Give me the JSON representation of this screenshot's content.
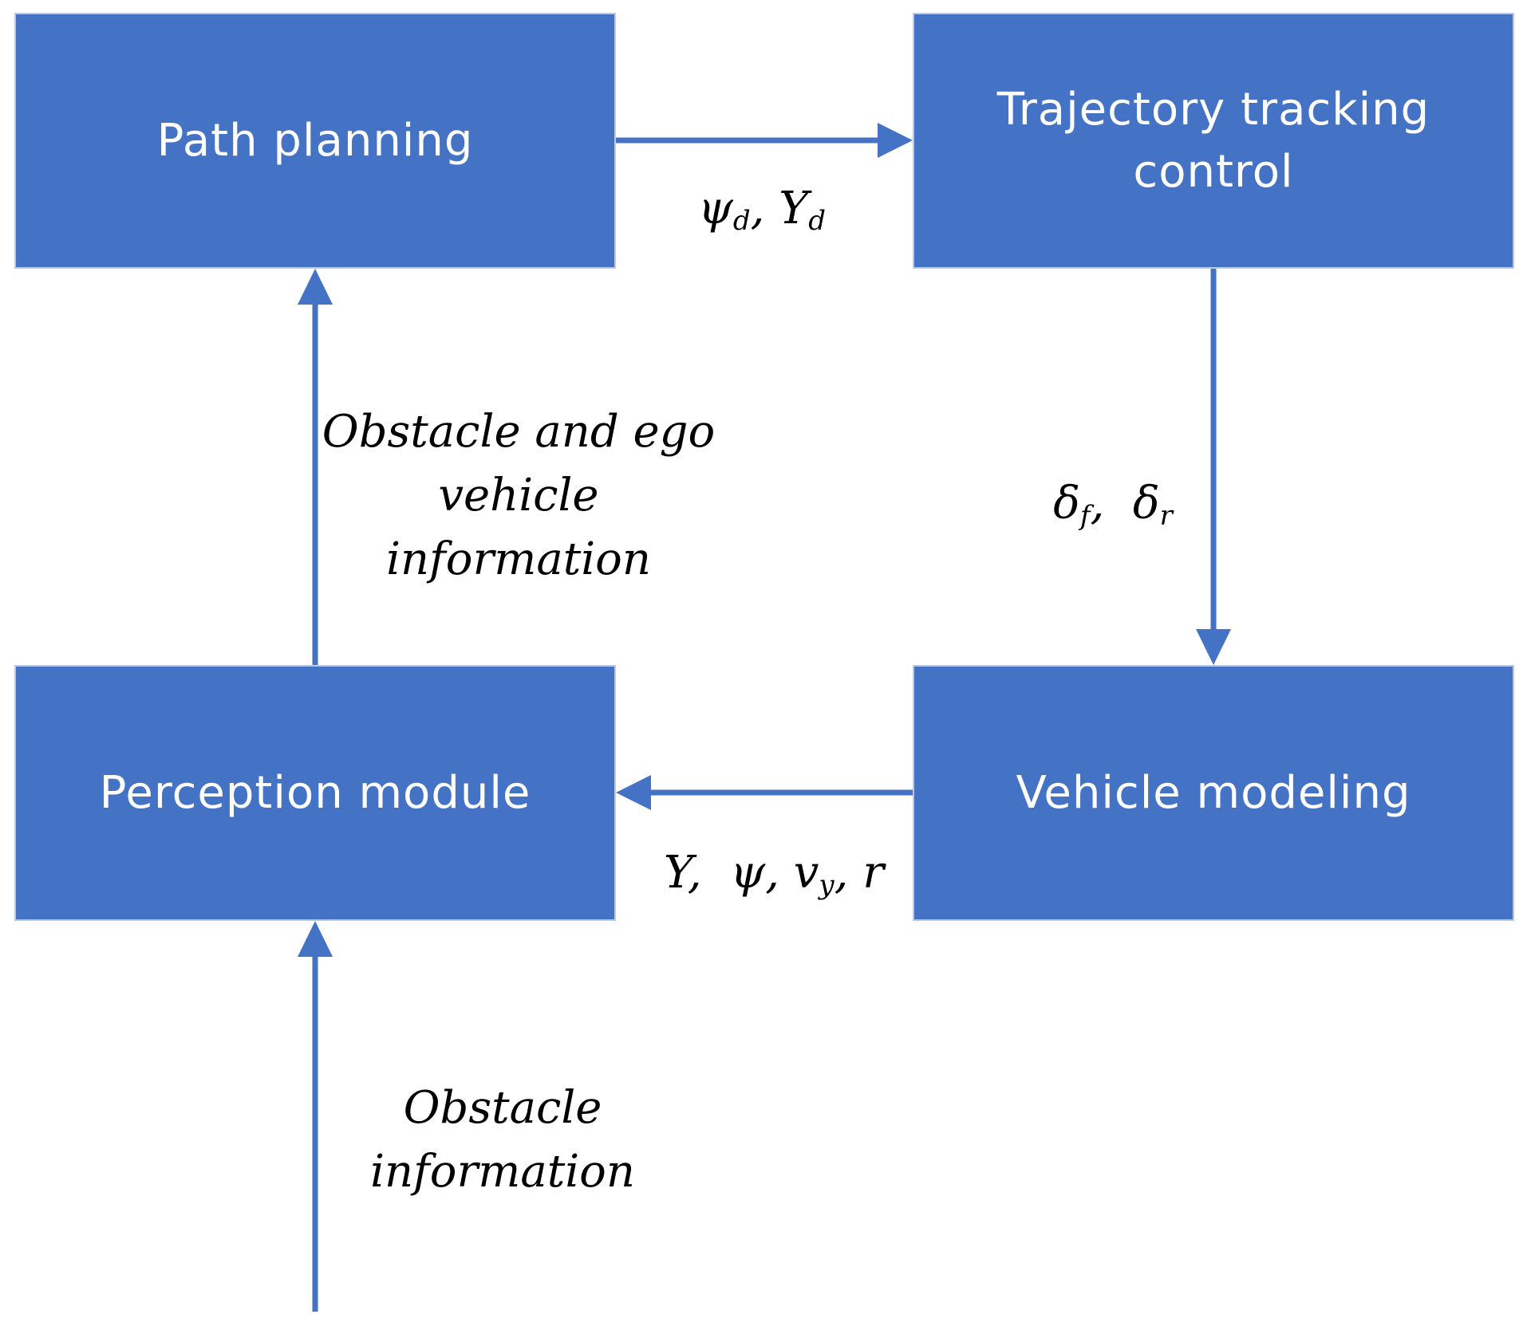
{
  "blocks": {
    "path_planning": "Path planning",
    "trajectory_tracking": "Trajectory tracking\ncontrol",
    "perception": "Perception module",
    "vehicle_modeling": "Vehicle modeling"
  },
  "signals": {
    "planning_to_tracking": {
      "psi": "ψ",
      "psi_sub": "d",
      "sep": ", ",
      "y": "Y",
      "y_sub": "d"
    },
    "tracking_to_vehicle": {
      "delta1": "δ",
      "delta1_sub": "f",
      "sep": ",  ",
      "delta2": "δ",
      "delta2_sub": "r"
    },
    "vehicle_to_perception": {
      "y": "Y",
      "sep1": ",  ",
      "psi": "ψ",
      "sep2": ", ",
      "v": "v",
      "v_sub": "y",
      "sep3": ", ",
      "r": "r"
    },
    "perception_to_planning": "Obstacle and ego\nvehicle\ninformation",
    "input_to_perception": "Obstacle\ninformation"
  },
  "colors": {
    "block_fill": "#4472C4",
    "block_border": "#BFC9DC",
    "arrow": "#4472C4",
    "text_on_block": "#FFFFFF",
    "label_text": "#000000"
  }
}
